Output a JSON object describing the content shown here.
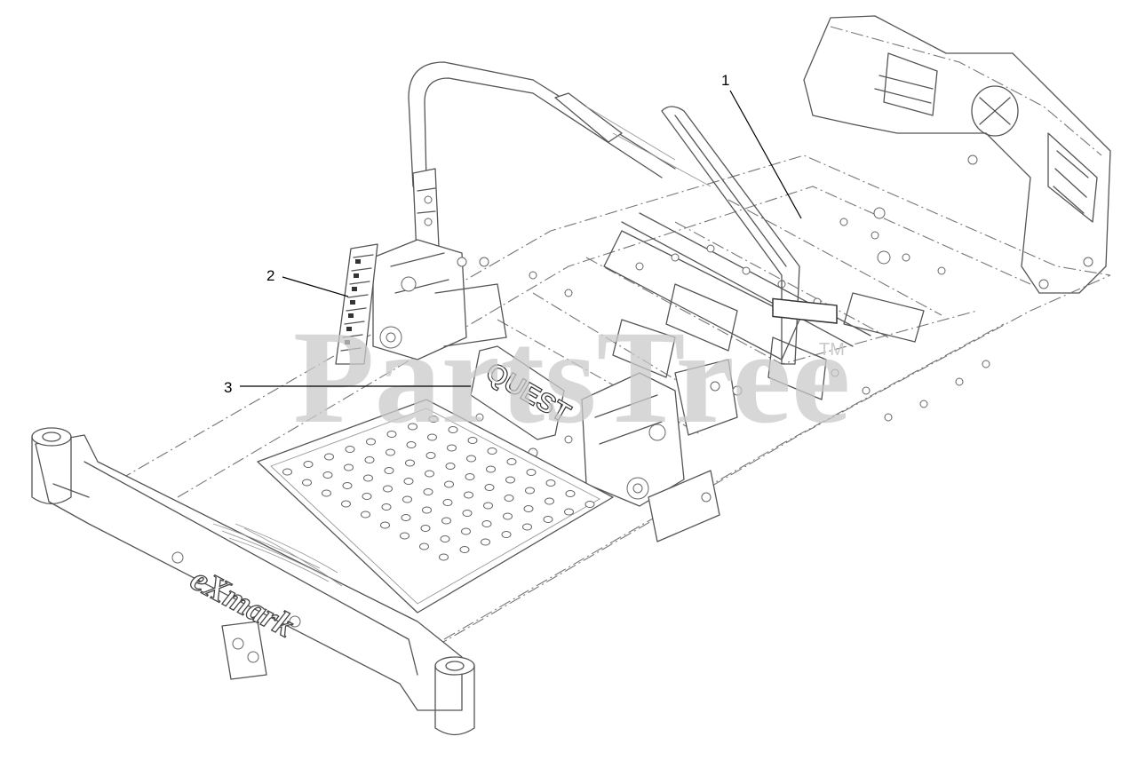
{
  "watermark": {
    "text": "PartsTree",
    "trademark": "TM"
  },
  "callouts": [
    {
      "id": "callout-1",
      "label": "1"
    },
    {
      "id": "callout-2",
      "label": "2"
    },
    {
      "id": "callout-3",
      "label": "3"
    }
  ],
  "decals": {
    "quest": "QUEST",
    "brand": "eXmark"
  },
  "colors": {
    "line": "#555555",
    "watermark": "#c9c9c9",
    "background": "#ffffff"
  }
}
